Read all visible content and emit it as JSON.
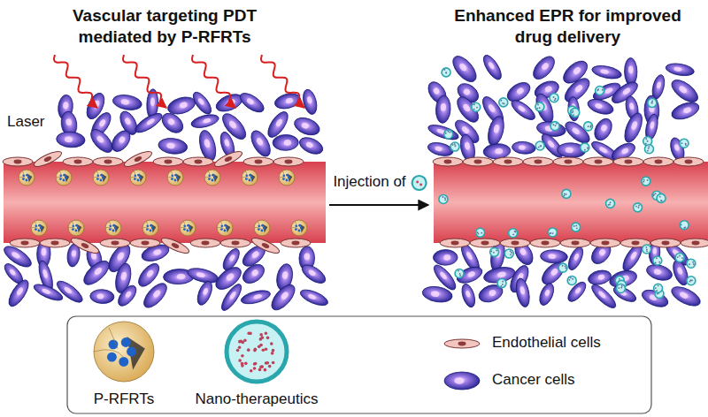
{
  "diagram": {
    "nodes": [
      {
        "text": [
          "Vascular targeting PDT mediated by P-RFRTs"
        ]
      },
      {
        "text": [
          "Enhanced EPR for improved drug delivery"
        ]
      }
    ],
    "edges": [
      {
        "from": 0,
        "to": 1,
        "arrow": "to",
        "label": "Injection of"
      }
    ],
    "labels": [
      "Laser"
    ],
    "legend": [
      {
        "text": "P-RFRTs"
      },
      {
        "text": "Nano-therapeutics"
      },
      {
        "text": "Endothelial cells"
      },
      {
        "text": "Cancer cells"
      }
    ]
  }
}
